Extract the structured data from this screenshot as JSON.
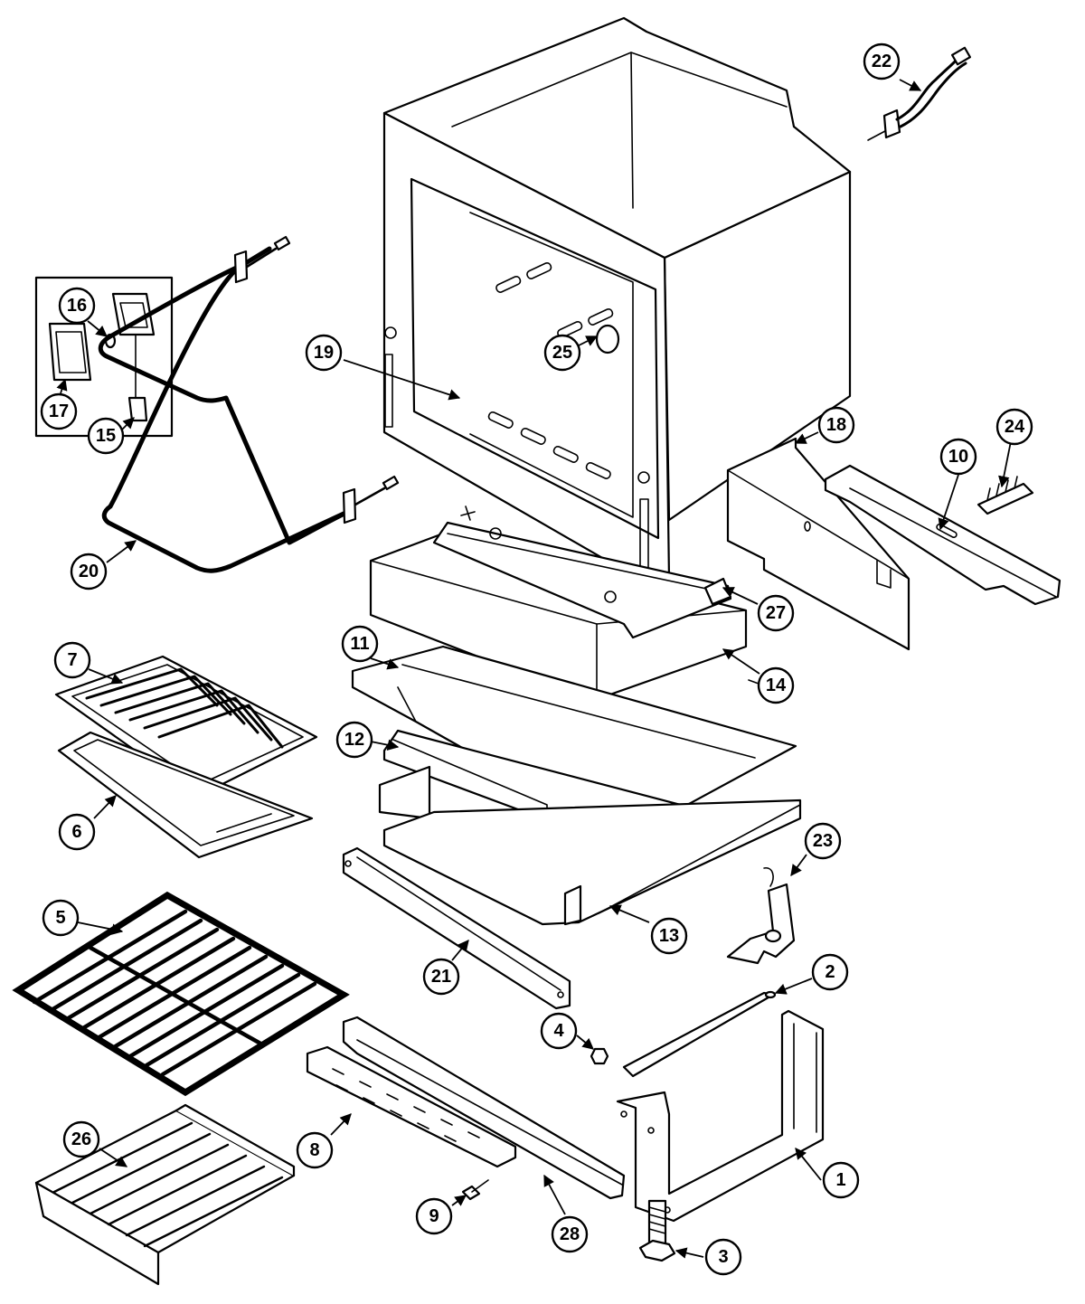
{
  "colors": {
    "line": "#000000",
    "background": "#ffffff"
  },
  "callouts": [
    {
      "id": "c1",
      "label": "1"
    },
    {
      "id": "c2",
      "label": "2"
    },
    {
      "id": "c3",
      "label": "3"
    },
    {
      "id": "c4",
      "label": "4"
    },
    {
      "id": "c5",
      "label": "5"
    },
    {
      "id": "c6",
      "label": "6"
    },
    {
      "id": "c7",
      "label": "7"
    },
    {
      "id": "c8",
      "label": "8"
    },
    {
      "id": "c9",
      "label": "9"
    },
    {
      "id": "c10",
      "label": "10"
    },
    {
      "id": "c11",
      "label": "11"
    },
    {
      "id": "c12",
      "label": "12"
    },
    {
      "id": "c13",
      "label": "13"
    },
    {
      "id": "c14",
      "label": "14"
    },
    {
      "id": "c15",
      "label": "15"
    },
    {
      "id": "c16",
      "label": "16"
    },
    {
      "id": "c17",
      "label": "17"
    },
    {
      "id": "c18",
      "label": "18"
    },
    {
      "id": "c19",
      "label": "19"
    },
    {
      "id": "c20",
      "label": "20"
    },
    {
      "id": "c21",
      "label": "21"
    },
    {
      "id": "c22",
      "label": "22"
    },
    {
      "id": "c23",
      "label": "23"
    },
    {
      "id": "c24",
      "label": "24"
    },
    {
      "id": "c25",
      "label": "25"
    },
    {
      "id": "c26",
      "label": "26"
    },
    {
      "id": "c27",
      "label": "27"
    },
    {
      "id": "c28",
      "label": "28"
    }
  ]
}
